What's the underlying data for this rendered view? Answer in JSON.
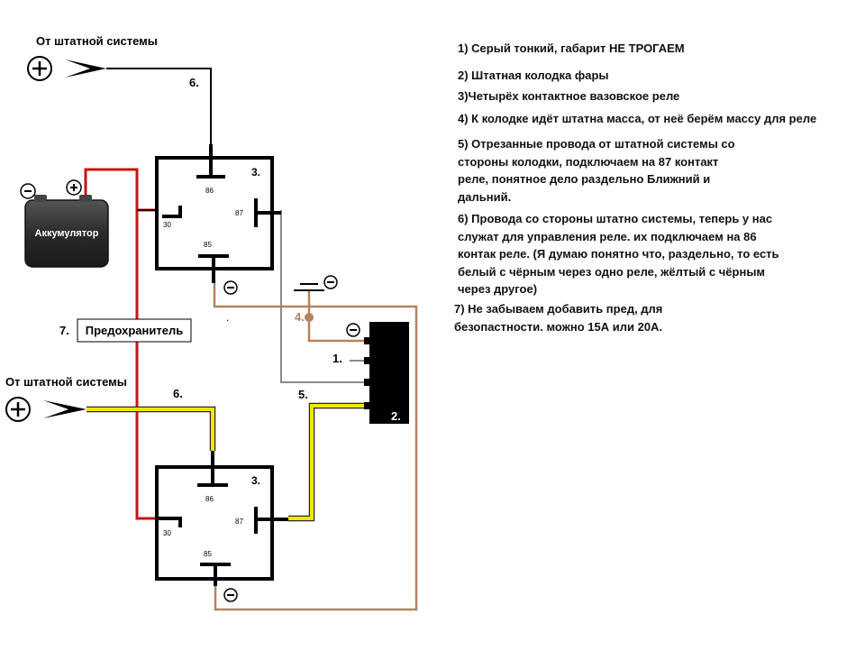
{
  "labels": {
    "source_top": "От штатной системы",
    "source_bottom": "От штатной системы",
    "battery": "Аккумулятор",
    "fuse": "Предохранитель",
    "fuse_num": "7.",
    "wire6_top": "6.",
    "wire6_bottom": "6.",
    "relay_top_num": "3.",
    "relay_bottom_num": "3.",
    "ground_num": "4.",
    "wire1_num": "1.",
    "wire5_num": "5.",
    "connector_num": "2.",
    "plus": "+",
    "minus": "−",
    "dot": "."
  },
  "pins": {
    "p86": "86",
    "p87": "87",
    "p30": "30",
    "p85": "85"
  },
  "notes": [
    "1) Серый тонкий, габарит НЕ  ТРОГАЕМ",
    "2) Штатная колодка фары",
    "3)Четырёх контактное вазовское реле",
    "4) К колодке идёт штатна масса, от неё берём массу для реле",
    "5) Отрезанные провода от штатной системы со\nстороны колодки, подключаем на 87 контакт\nреле, понятное дело раздельно Ближний и\nдальний.",
    "6) Провода со стороны штатно системы, теперь у нас\nслужат для управления реле. их подключаем на 86\nконтак реле. (Я думаю понятно что, раздельно, то есть\nбелый с чёрным через одно реле, жёлтый с чёрным\nчерез другое)",
    "7) Не забываем добавить пред, для\nбезопастности. можно 15А или 20А."
  ],
  "colors": {
    "wire_brown": "#b5825e",
    "wire_red": "#c81414",
    "wire_yellow": "#f2e600",
    "wire_gray": "#8a8a8a",
    "battery_body": "#333333",
    "connector": "#000000"
  }
}
